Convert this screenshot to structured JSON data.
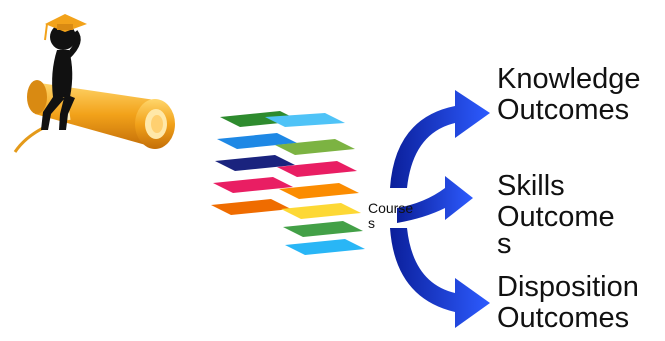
{
  "courses_label_line1": "Course",
  "courses_label_line2": "s",
  "outcomes": [
    {
      "line1": "Knowledge",
      "line2": "Outcomes"
    },
    {
      "line1": "Skills",
      "line2": "Outcome",
      "line3": "s"
    },
    {
      "line1": "Disposition",
      "line2": "Outcomes"
    }
  ],
  "colors": {
    "arrow_blue": "#1f3fe0",
    "arrow_blue_dark": "#0b1f9a",
    "scroll_gold": "#f2a21a",
    "figure_black": "#111111"
  },
  "icons": [
    "graduate-figure-on-diploma-icon",
    "stacked-colored-layers-icon",
    "curved-blue-arrows-icon"
  ]
}
